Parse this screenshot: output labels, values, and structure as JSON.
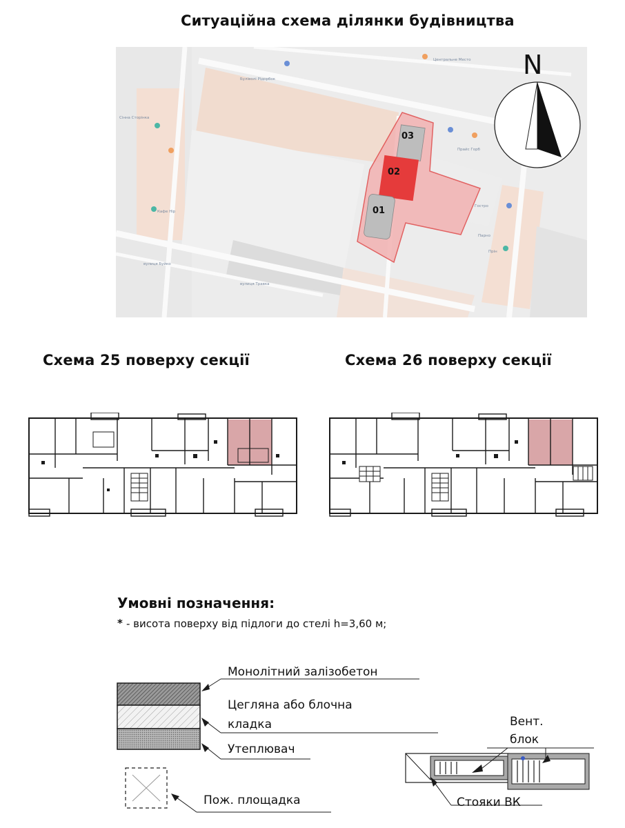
{
  "page_title": "Ситуаційна схема ділянки будівництва",
  "map": {
    "north_label": "N",
    "sections": [
      {
        "id": "01",
        "label": "01"
      },
      {
        "id": "02",
        "label": "02",
        "highlighted": true
      },
      {
        "id": "03",
        "label": "03"
      }
    ],
    "colors": {
      "site_outline": "#e04a4a",
      "site_fill": "#f2b2b2",
      "section_highlight": "#e53b3b"
    }
  },
  "floor_plans": [
    {
      "title": "Схема 25 поверху секції"
    },
    {
      "title": "Схема 26 поверху секції"
    }
  ],
  "legend": {
    "title": "Умовні позначення:",
    "note_star": "*",
    "note_text": "- висота поверху від підлоги до стелі h=3,60 м;",
    "items": {
      "monolith": "Монолітний залізобетон",
      "masonry_line1": "Цегляна або блочна",
      "masonry_line2": "кладка",
      "insulation": "Утеплювач",
      "fire_platform": "Пож. площадка",
      "vent_line1": "Вент.",
      "vent_line2": "блок",
      "risers": "Стояки ВК"
    }
  },
  "colors": {
    "highlight_unit": "#d9a6a8",
    "wall": "#1a1a1a"
  }
}
